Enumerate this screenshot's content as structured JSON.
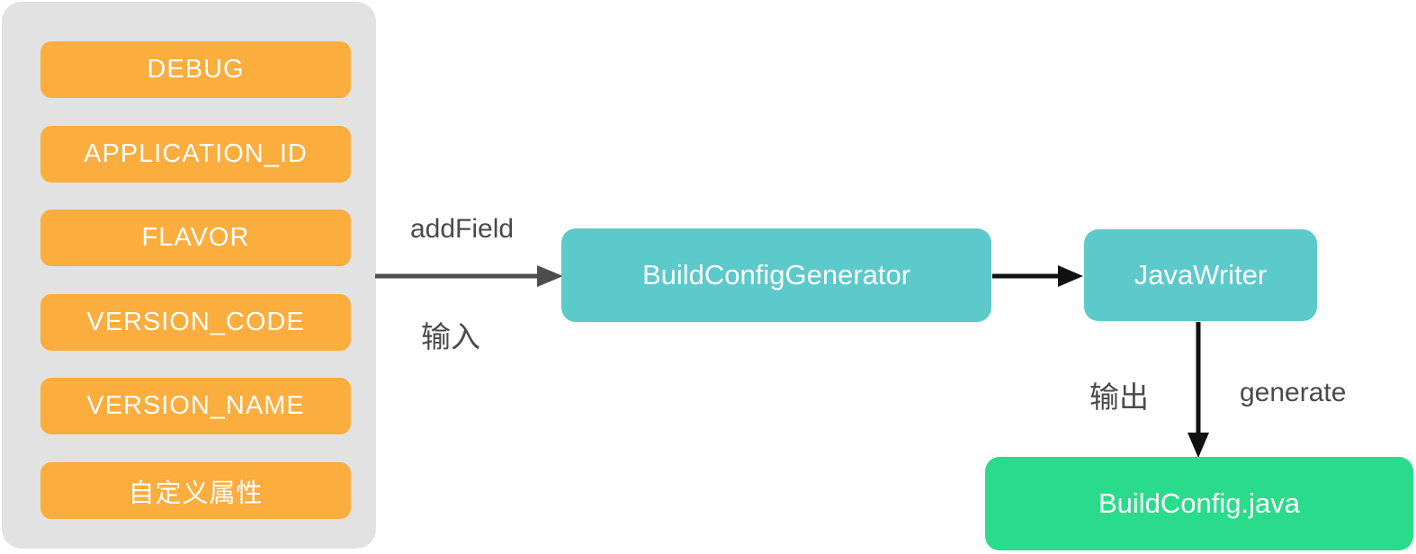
{
  "panel": {
    "items": [
      "DEBUG",
      "APPLICATION_ID",
      "FLAVOR",
      "VERSION_CODE",
      "VERSION_NAME",
      "自定义属性"
    ]
  },
  "nodes": {
    "generator": "BuildConfigGenerator",
    "java_writer": "JavaWriter",
    "output_file": "BuildConfig.java"
  },
  "edges": {
    "add_field_label": "addField",
    "input_label": "输入",
    "output_label": "输出",
    "generate_label": "generate"
  },
  "colors": {
    "panel_bg": "#E2E2E2",
    "field_chip_bg": "#FBAD3E",
    "process_node_bg": "#5CC9CA",
    "output_node_bg": "#2BDB8C",
    "arrow_gray": "#4D4D4D",
    "arrow_black": "#111111",
    "edge_label_text": "#4A4A4A",
    "node_text": "#FFFFFF"
  }
}
